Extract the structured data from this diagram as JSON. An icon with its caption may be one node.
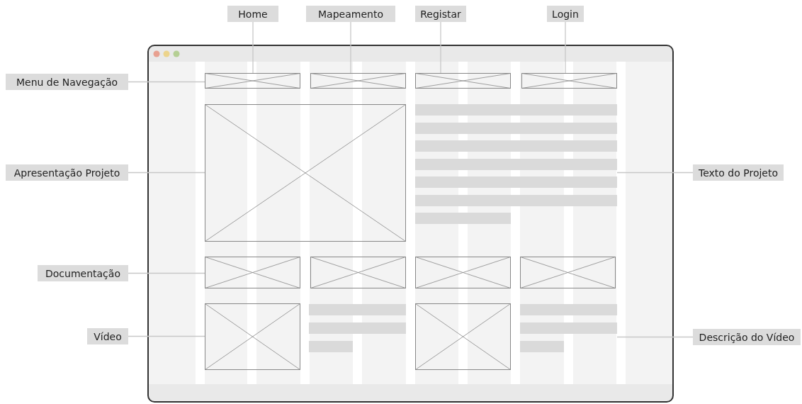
{
  "diagram": {
    "nodes": [
      {
        "text": [
          "Home"
        ]
      },
      {
        "text": [
          "Mapeamento"
        ]
      },
      {
        "text": [
          "Registar"
        ]
      },
      {
        "text": [
          "Login"
        ]
      },
      {
        "text": [
          "Menu de Navegação"
        ]
      },
      {
        "text": [
          "Apresentação Projeto"
        ]
      },
      {
        "text": [
          "Texto do Projeto"
        ]
      },
      {
        "text": [
          "Documentação"
        ]
      },
      {
        "text": [
          "Vídeo"
        ]
      },
      {
        "text": [
          "Descrição do Vídeo"
        ]
      },
      {
        "text": [],
        "shape": "box"
      },
      {
        "text": [],
        "shape": "box",
        "in": 10
      },
      {
        "text": [],
        "shape": "box",
        "in": 10
      },
      {
        "text": [],
        "shape": "box",
        "in": 10
      },
      {
        "text": [],
        "shape": "box",
        "in": 10
      },
      {
        "text": [],
        "shape": "box",
        "in": 10
      },
      {
        "text": [],
        "shape": "bar",
        "in": 10
      },
      {
        "text": [],
        "shape": "box",
        "in": 10
      },
      {
        "text": [],
        "shape": "box",
        "in": 10
      },
      {
        "text": [],
        "shape": "bar",
        "in": 10
      },
      {
        "text": [],
        "shape": "box",
        "in": 10
      },
      {
        "text": [],
        "shape": "box",
        "in": 10
      },
      {
        "text": [],
        "shape": "box",
        "in": 10
      },
      {
        "text": [],
        "shape": "bar",
        "in": 10
      },
      {
        "text": [],
        "shape": "box",
        "in": 10
      }
    ],
    "edges": [
      {
        "from": 0,
        "to": 11,
        "arrow": "none"
      },
      {
        "from": 1,
        "to": 12,
        "arrow": "none"
      },
      {
        "from": 2,
        "to": 13,
        "arrow": "none"
      },
      {
        "from": 3,
        "to": 14,
        "arrow": "none"
      },
      {
        "from": 4,
        "to": 11,
        "arrow": "none"
      },
      {
        "from": 5,
        "to": 15,
        "arrow": "none"
      },
      {
        "from": 6,
        "to": 16,
        "arrow": "none"
      },
      {
        "from": 7,
        "to": 17,
        "arrow": "none"
      },
      {
        "from": 8,
        "to": 18,
        "arrow": "none"
      },
      {
        "from": 9,
        "to": 19,
        "arrow": "none"
      }
    ]
  }
}
